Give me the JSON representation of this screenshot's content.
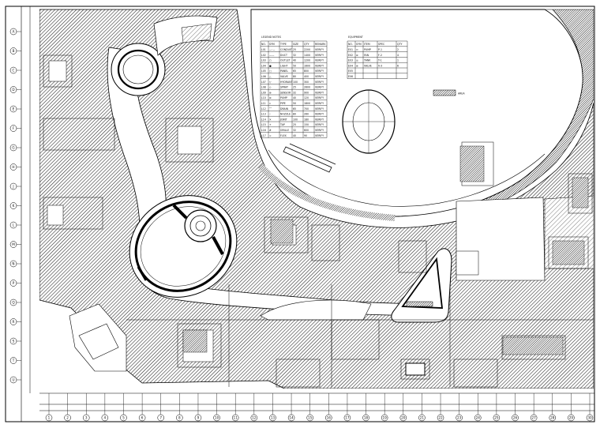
{
  "drawing": {
    "legend_left": {
      "title": "LEGEND NOTES",
      "headers": [
        "NO.",
        "SYM",
        "TYPE",
        "SIZE",
        "QTY",
        "REMARK"
      ],
      "rows": [
        [
          "L01",
          "—·—",
          "CONDUIT",
          "25",
          "2200",
          "VERIFY"
        ],
        [
          "L02",
          "——",
          "DUCT",
          "32",
          "1400",
          "VERIFY"
        ],
        [
          "L03",
          "○",
          "OUTLET",
          "40",
          "1200",
          "VERIFY"
        ],
        [
          "L04",
          "●",
          "LIGHT",
          "50",
          "1600",
          "VERIFY"
        ],
        [
          "L05",
          "□",
          "PANEL",
          "65",
          "800",
          "VERIFY"
        ],
        [
          "L06",
          "△",
          "VALVE",
          "80",
          "400",
          "VERIFY"
        ],
        [
          "L07",
          "▽",
          "HYDRANT",
          "100",
          "300",
          "VERIFY"
        ],
        [
          "L08",
          "◇",
          "SPRAY",
          "25",
          "2600",
          "VERIFY"
        ],
        [
          "L09",
          "⊕",
          "SENSOR",
          "32",
          "900",
          "VERIFY"
        ],
        [
          "L10",
          "⊗",
          "PUMP",
          "40",
          "120",
          "VERIFY"
        ],
        [
          "L11",
          "═",
          "PIPE",
          "50",
          "1800",
          "VERIFY"
        ],
        [
          "L12",
          "⌒",
          "DRAIN",
          "65",
          "700",
          "VERIFY"
        ],
        [
          "L13",
          "∴",
          "NOZZLE",
          "80",
          "260",
          "VERIFY"
        ],
        [
          "L14",
          "×",
          "JOINT",
          "100",
          "180",
          "VERIFY"
        ],
        [
          "L15",
          "+",
          "TAP",
          "25",
          "150",
          "VERIFY"
        ],
        [
          "L16",
          "#",
          "GRILLE",
          "32",
          "600",
          "VERIFY"
        ],
        [
          "L17",
          "∞",
          "FLEX",
          "40",
          "90",
          "VERIFY"
        ]
      ]
    },
    "legend_right": {
      "title": "EQUIPMENT",
      "headers": [
        "NO.",
        "SYM",
        "ITEM",
        "SPEC",
        "QTY"
      ],
      "rows": [
        [
          "E01",
          "⊙",
          "PUMP",
          "P-1",
          "2"
        ],
        [
          "E02",
          "⊗",
          "FAN",
          "F-2",
          "4"
        ],
        [
          "E03",
          "◎",
          "TANK",
          "T-1",
          "1"
        ],
        [
          "E04",
          "⊕",
          "VALVE",
          "V-3",
          "6"
        ],
        [
          "E05",
          "",
          "",
          " ",
          ""
        ],
        [
          "E06",
          "",
          "",
          " ",
          ""
        ]
      ]
    },
    "hatch_key": "AREA",
    "grid_bottom": [
      "1",
      "2",
      "3",
      "4",
      "5",
      "6",
      "7",
      "8",
      "9",
      "10",
      "11",
      "12",
      "13",
      "14",
      "15",
      "16",
      "17",
      "18",
      "19",
      "20",
      "21",
      "22",
      "23",
      "24",
      "25",
      "26",
      "27",
      "28",
      "29",
      "30"
    ],
    "grid_left": [
      "A",
      "B",
      "C",
      "D",
      "E",
      "F",
      "G",
      "H",
      "J",
      "K",
      "L",
      "M",
      "N",
      "P",
      "Q",
      "R",
      "S",
      "T",
      "U"
    ]
  }
}
